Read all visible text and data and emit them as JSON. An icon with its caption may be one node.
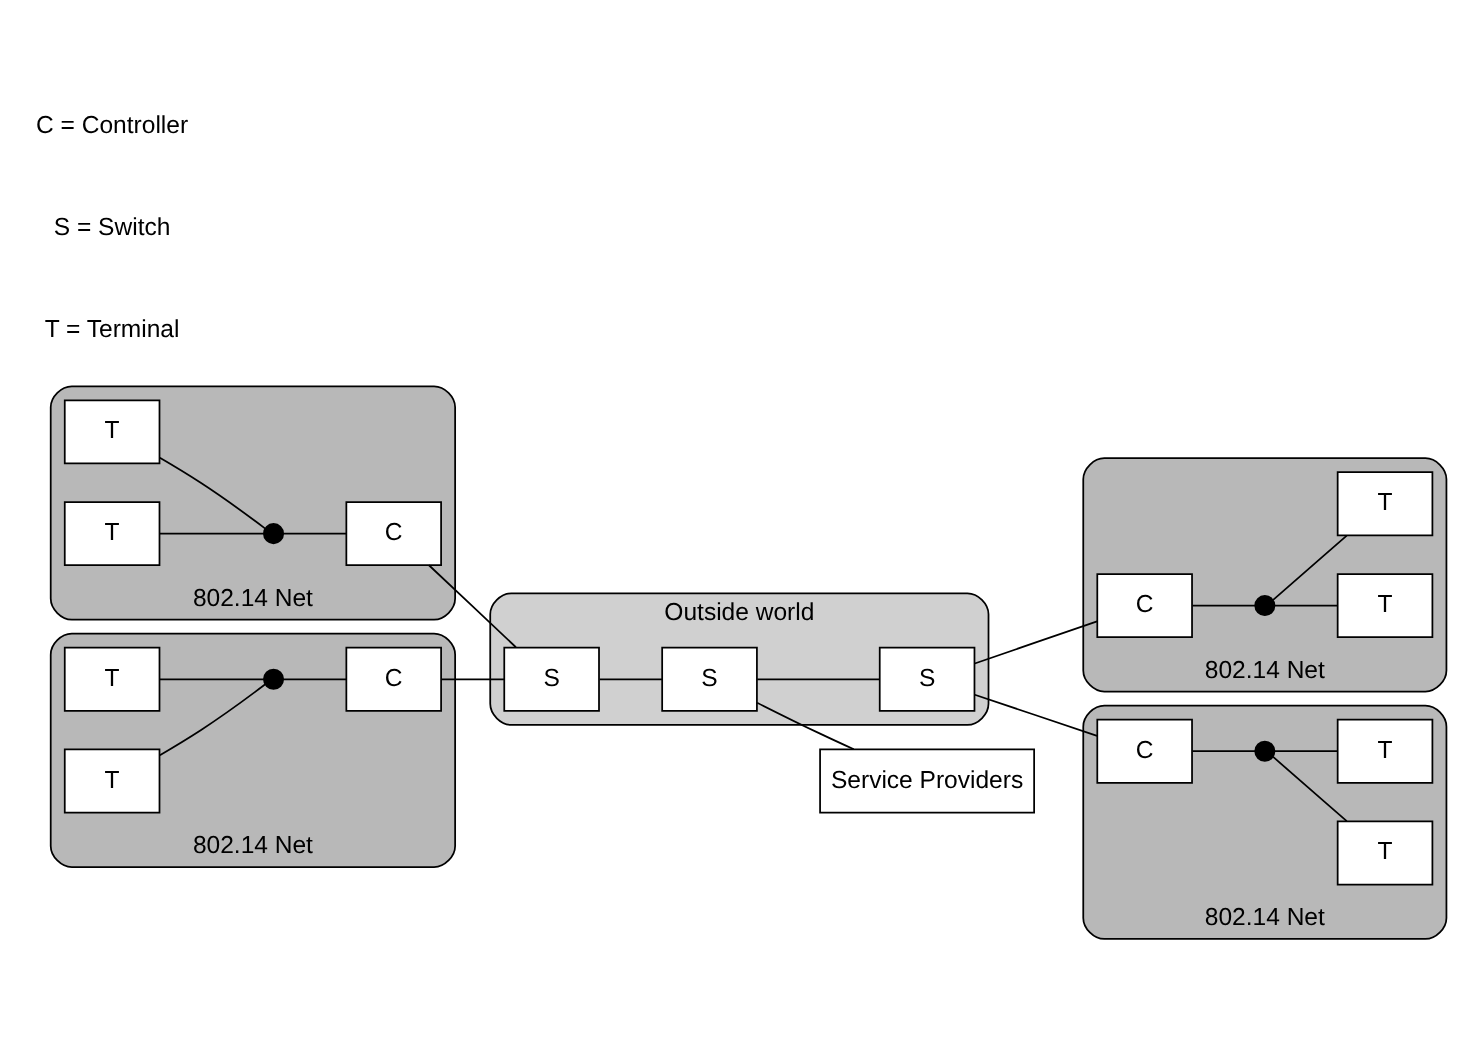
{
  "diagram": {
    "nodes": [
      {
        "text": [],
        "shape": "cloud",
        "beside": [
          "802.14 Net"
        ]
      },
      {
        "text": [
          "T"
        ],
        "in": 0
      },
      {
        "text": [
          "T"
        ],
        "in": 0
      },
      {
        "text": [],
        "shape": "circle",
        "in": 0
      },
      {
        "text": [
          "C"
        ],
        "in": 0
      },
      {
        "text": [
          "Service Providers"
        ]
      },
      {
        "text": [
          "Outside world"
        ]
      },
      {
        "text": [
          "S"
        ],
        "in": 6
      },
      {
        "text": [
          "S"
        ],
        "in": 6
      },
      {
        "text": [
          "S"
        ],
        "in": 6
      },
      {
        "text": [],
        "shape": "cloud",
        "beside": [
          "802.14 Net"
        ]
      },
      {
        "text": [
          "T"
        ],
        "in": 10
      },
      {
        "text": [
          "T"
        ],
        "in": 10
      },
      {
        "text": [],
        "shape": "circle",
        "in": 10
      },
      {
        "text": [
          "C"
        ],
        "in": 10
      },
      {
        "text": [],
        "shape": "cloud",
        "beside": [
          "802.14 Net"
        ]
      },
      {
        "text": [
          "C"
        ],
        "in": 15
      },
      {
        "text": [],
        "shape": "circle",
        "in": 15
      },
      {
        "text": [
          "T"
        ],
        "in": 15
      },
      {
        "text": [
          "T"
        ],
        "in": 15
      },
      {
        "text": [],
        "shape": "cloud",
        "beside": [
          "802.14 Net"
        ]
      },
      {
        "text": [
          "C"
        ],
        "in": 20
      },
      {
        "text": [],
        "shape": "circle",
        "in": 20
      },
      {
        "text": [
          "T"
        ],
        "in": 20
      },
      {
        "text": [
          "T"
        ],
        "in": 20
      }
    ],
    "edges": [
      {
        "from": 1,
        "to": 3,
        "arrow": "none"
      },
      {
        "from": 2,
        "to": 3,
        "arrow": "none"
      },
      {
        "from": 3,
        "to": 4,
        "arrow": "none"
      },
      {
        "from": 4,
        "to": 7,
        "arrow": "none"
      },
      {
        "from": 11,
        "to": 13,
        "arrow": "none"
      },
      {
        "from": 12,
        "to": 13,
        "arrow": "none"
      },
      {
        "from": 13,
        "to": 14,
        "arrow": "none"
      },
      {
        "from": 14,
        "to": 7,
        "arrow": "none"
      },
      {
        "from": 7,
        "to": 8,
        "arrow": "none"
      },
      {
        "from": 8,
        "to": 5,
        "arrow": "none"
      },
      {
        "from": 8,
        "to": 9,
        "arrow": "none"
      },
      {
        "from": 9,
        "to": 16,
        "arrow": "none"
      },
      {
        "from": 9,
        "to": 21,
        "arrow": "none"
      },
      {
        "from": 16,
        "to": 17,
        "arrow": "none"
      },
      {
        "from": 17,
        "to": 18,
        "arrow": "none"
      },
      {
        "from": 17,
        "to": 19,
        "arrow": "none"
      },
      {
        "from": 21,
        "to": 22,
        "arrow": "none"
      },
      {
        "from": 22,
        "to": 23,
        "arrow": "none"
      },
      {
        "from": 22,
        "to": 24,
        "arrow": "none"
      }
    ],
    "labels": [
      "C = Controller",
      "S = Switch",
      "T = Terminal"
    ]
  }
}
